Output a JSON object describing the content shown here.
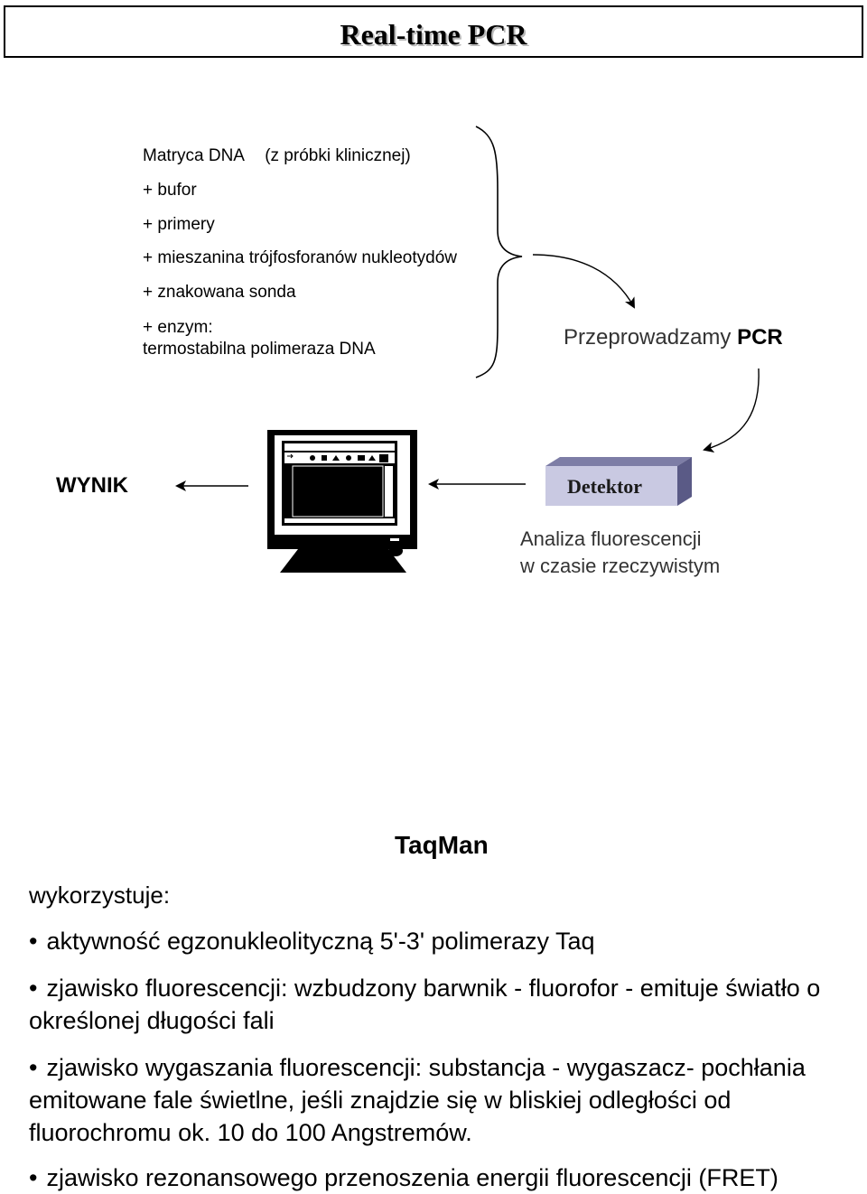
{
  "title": "Real-time PCR",
  "ingredients": {
    "matrix": "Matryca DNA",
    "matrix_note": "(z próbki klinicznej)",
    "buffer": "+ bufor",
    "primers": "+ primery",
    "nucleotides": "+ mieszanina trójfosforanów nukleotydów",
    "probe": "+ znakowana sonda",
    "enzyme": "+ enzym:",
    "enzyme_detail": "termostabilna polimeraza DNA"
  },
  "pcr_step": {
    "prefix": "Przeprowadzamy",
    "emphasis": "PCR"
  },
  "result_label": "WYNIK",
  "detector": {
    "label": "Detektor",
    "caption_line1": "Analiza fluorescencji",
    "caption_line2": "w czasie rzeczywistym"
  },
  "icons": [
    "monitor-icon",
    "detector-box-icon",
    "brace-icon",
    "arrow-icon"
  ],
  "taqman": {
    "heading": "TaqMan",
    "intro": "wykorzystuje:",
    "bullet_symbol": "•",
    "bullets": [
      "aktywność egzonukleolityczną 5'-3' polimerazy Taq",
      "zjawisko fluorescencji: wzbudzony barwnik - fluorofor - emituje światło o określonej długości fali",
      "zjawisko wygaszania fluorescencji: substancja - wygaszacz- pochłania emitowane fale świetlne, jeśli znajdzie się w bliskiej odległości od fluorochromu ok. 10 do 100 Angstremów.",
      "zjawisko rezonansowego przenoszenia energii fluorescencji (FRET)"
    ]
  }
}
